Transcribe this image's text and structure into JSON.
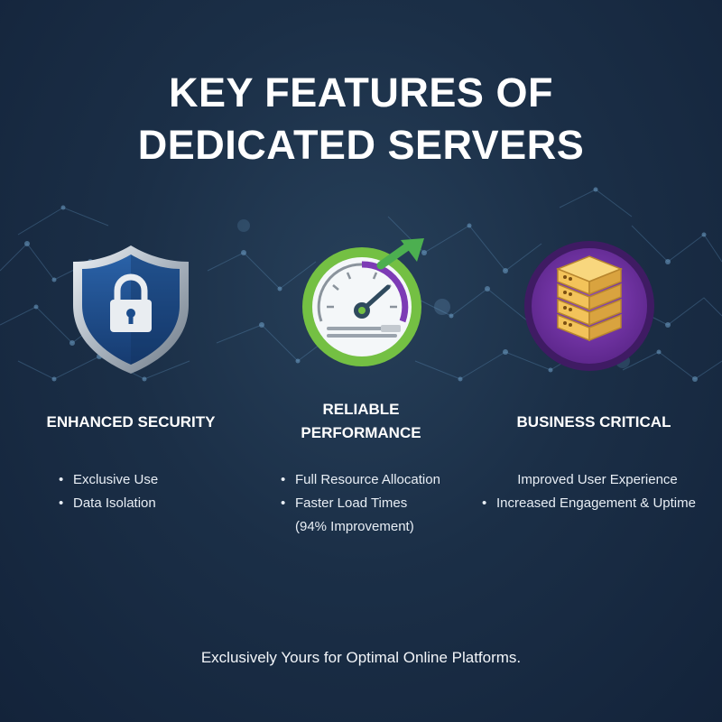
{
  "title": {
    "line1": "KEY FEATURES OF",
    "line2": "DEDICATED SERVERS"
  },
  "features": [
    {
      "icon": "shield-lock-icon",
      "title_line1": "ENHANCED SECURITY",
      "items": [
        "Exclusive Use",
        "Data Isolation"
      ]
    },
    {
      "icon": "speedometer-icon",
      "title_line1": "RELIABLE",
      "title_line2": "PERFORMANCE",
      "items": [
        "Full Resource Allocation",
        "Faster Load Times",
        "(94% Improvement)"
      ]
    },
    {
      "icon": "server-stack-icon",
      "title_line1": "BUSINESS CRITICAL",
      "items": [
        "Improved User Experience",
        "Increased Engagement & Uptime"
      ]
    }
  ],
  "bullet": "•",
  "footer": "Exclusively Yours for Optimal Online Platforms.",
  "colors": {
    "background": "#1b2f47",
    "shield_blue": "#1f4f8f",
    "gauge_green": "#74c043",
    "gauge_purple": "#7d3bb5",
    "server_gold": "#f3c35a",
    "server_circle_purple": "#6b2f9c"
  }
}
